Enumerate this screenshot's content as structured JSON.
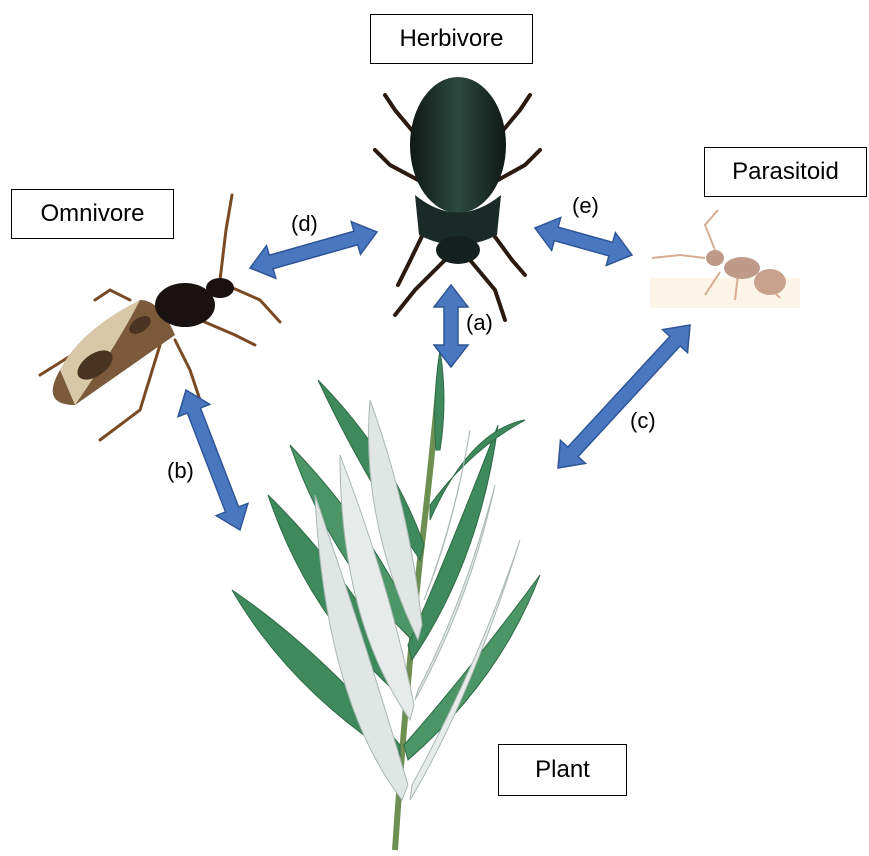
{
  "nodes": {
    "herbivore": "Herbivore",
    "omnivore": "Omnivore",
    "parasitoid": "Parasitoid",
    "plant": "Plant"
  },
  "interactions": {
    "a": "(a)",
    "b": "(b)",
    "c": "(c)",
    "d": "(d)",
    "e": "(e)"
  },
  "colors": {
    "arrow_fill": "#4a78c0",
    "arrow_stroke": "#2f5597",
    "leaf_dark": "#3f8a5c",
    "leaf_light": "#dfe6e4",
    "beetle": "#1c2a26",
    "bug_body": "#6b3a1c",
    "wasp": "#c9703a"
  }
}
